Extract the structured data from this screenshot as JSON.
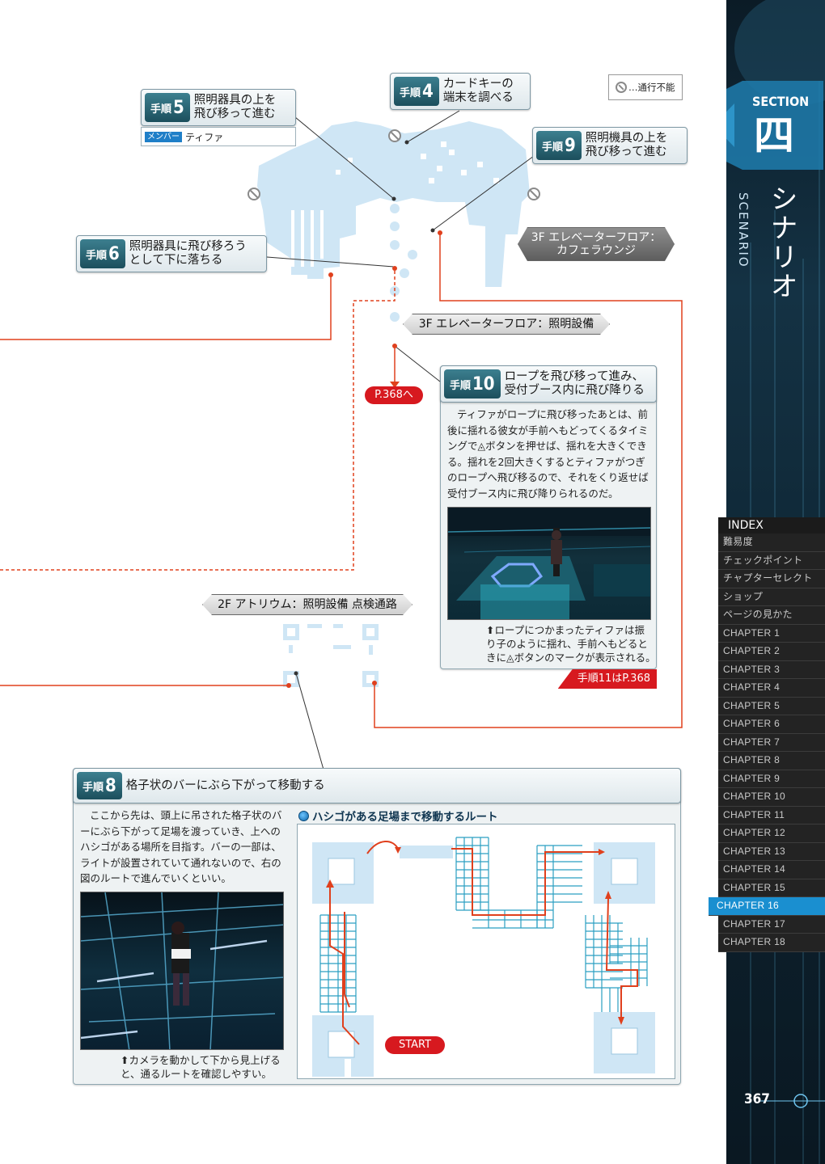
{
  "legend": {
    "text": "…通行不能",
    "icon": "no-entry-icon"
  },
  "steps": {
    "s5": {
      "label": "手順",
      "num": "5",
      "lines": [
        "照明器具の上を",
        "飛び移って進む"
      ],
      "member_badge": "メンバー",
      "member": "ティファ"
    },
    "s4": {
      "label": "手順",
      "num": "4",
      "lines": [
        "カードキーの",
        "端末を調べる"
      ]
    },
    "s9": {
      "label": "手順",
      "num": "9",
      "lines": [
        "照明機具の上を",
        "飛び移って進む"
      ]
    },
    "s6": {
      "label": "手順",
      "num": "6",
      "lines": [
        "照明器具に飛び移ろう",
        "として下に落ちる"
      ]
    },
    "s10": {
      "label": "手順",
      "num": "10",
      "lines": [
        "ロープを飛び移って進み、",
        "受付ブース内に飛び降りる"
      ]
    },
    "s8": {
      "label": "手順",
      "num": "8",
      "lines": [
        "格子状のバーにぶら下がって移動する"
      ]
    }
  },
  "banners": {
    "cafe": [
      "3F エレベーターフロア：",
      "カフェラウンジ"
    ],
    "lighting": "3F エレベーターフロア：照明設備",
    "atrium": "2F アトリウム：照明設備 点検通路"
  },
  "page_ref": "P.368へ",
  "step10_body": [
    "ティファがロープに飛び移ったあとは、前",
    "後に揺れる彼女が手前へもどってくるタイミ",
    "ングで◬ボタンを押せば、揺れを大きくでき",
    "る。揺れを2回大きくするとティファがつぎ",
    "のロープへ飛び移るので、それをくり返せば",
    "受付ブース内に飛び降りられるのだ。"
  ],
  "step10_caption": [
    "⬆ロープにつかまったティファは振",
    "り子のように揺れ、手前へもどると",
    "きに◬ボタンのマークが表示される。"
  ],
  "step11_ref": "手順11はP.368",
  "step8_body": [
    "ここから先は、頭上に吊された格子状のバ",
    "ーにぶら下がって足場を渡っていき、上への",
    "ハシゴがある場所を目指す。バーの一部は、",
    "ライトが設置されていて通れないので、右の",
    "図のルートで進んでいくといい。"
  ],
  "step8_caption": [
    "⬆カメラを動かして下から見上げる",
    "と、通るルートを確認しやすい。"
  ],
  "route_title": "ハシゴがある足場まで移動するルート",
  "start_label": "START",
  "sidebar": {
    "section_label": "SECTION",
    "section_kanji": "四",
    "title_jp": "シナリオ",
    "title_en": "SCENARIO",
    "page_number": "367"
  },
  "index": {
    "title": "INDEX",
    "items": [
      "難易度",
      "チェックポイント",
      "チャプターセレクト",
      "ショップ",
      "ページの見かた",
      "CHAPTER 1",
      "CHAPTER 2",
      "CHAPTER 3",
      "CHAPTER 4",
      "CHAPTER 5",
      "CHAPTER 6",
      "CHAPTER 7",
      "CHAPTER 8",
      "CHAPTER 9",
      "CHAPTER 10",
      "CHAPTER 11",
      "CHAPTER 12",
      "CHAPTER 13",
      "CHAPTER 14",
      "CHAPTER 15",
      "CHAPTER 16",
      "CHAPTER 17",
      "CHAPTER 18"
    ],
    "active": "CHAPTER 16"
  },
  "colors": {
    "route": "#e0401d",
    "map": "#cfe6f5",
    "accent": "#1a8fd0",
    "step_tag": "#1c4f5d"
  }
}
